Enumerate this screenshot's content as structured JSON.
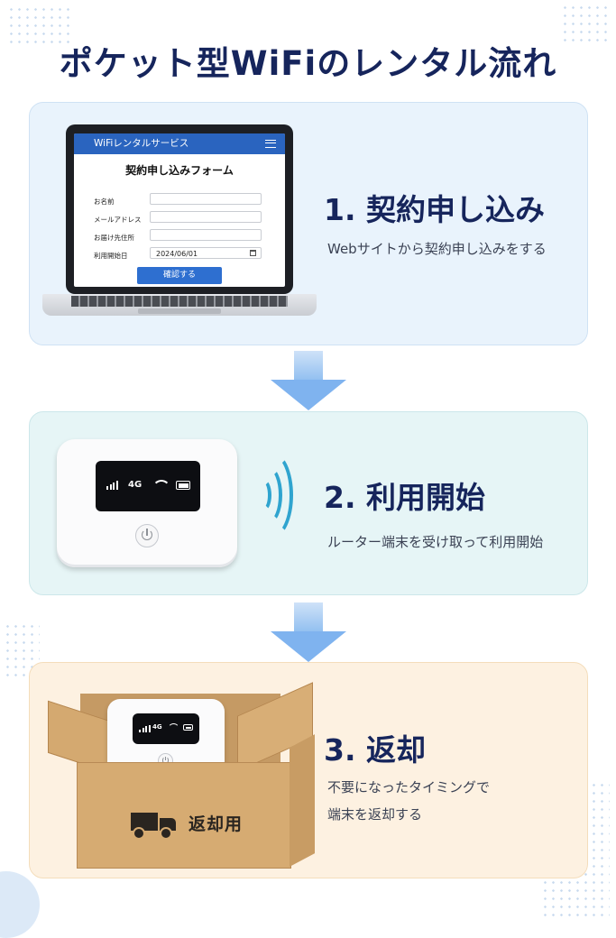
{
  "title": "ポケット型WiFiのレンタル流れ",
  "colors": {
    "navy": "#16255c",
    "step1_bg": "#e9f3fc",
    "step2_bg": "#e6f5f6",
    "step3_bg": "#fdf1e1",
    "accent_blue": "#2a64bf",
    "wave": "#2fa4cf"
  },
  "steps": [
    {
      "title": "1. 契約申し込み",
      "desc": "Webサイトから契約申し込みをする",
      "laptop": {
        "site_name": "WiFiレンタルサービス",
        "form_title": "契約申し込みフォーム",
        "fields": [
          {
            "label": "お名前",
            "value": ""
          },
          {
            "label": "メールアドレス",
            "value": ""
          },
          {
            "label": "お届け先住所",
            "value": ""
          },
          {
            "label": "利用開始日",
            "value": "2024/06/01"
          }
        ],
        "submit_label": "確認する",
        "icons": [
          "menu-icon",
          "calendar-icon"
        ]
      }
    },
    {
      "title": "2. 利用開始",
      "desc": "ルーター端末を受け取って利用開始",
      "router": {
        "network": "4G",
        "icons": [
          "signal-icon",
          "wifi-icon",
          "battery-icon",
          "power-icon",
          "wireless-wave-icon"
        ]
      }
    },
    {
      "title": "3. 返却",
      "desc_lines": [
        "不要になったタイミングで",
        "端末を返却する"
      ],
      "box": {
        "label": "返却用",
        "network": "4G",
        "icons": [
          "truck-icon",
          "cardboard-box-icon"
        ]
      }
    }
  ]
}
